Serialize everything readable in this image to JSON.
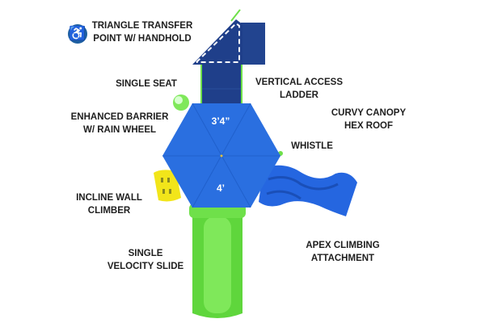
{
  "labels": {
    "triangle_transfer": [
      "TRIANGLE TRANSFER",
      "POINT W/ HANDHOLD"
    ],
    "single_seat": [
      "SINGLE SEAT"
    ],
    "vertical_ladder": [
      "VERTICAL ACCESS",
      "LADDER"
    ],
    "curvy_canopy": [
      "CURVY CANOPY",
      "HEX ROOF"
    ],
    "enhanced_barrier": [
      "ENHANCED BARRIER",
      "W/ RAIN WHEEL"
    ],
    "whistle": [
      "WHISTLE"
    ],
    "incline_climber": [
      "INCLINE WALL",
      "CLIMBER"
    ],
    "velocity_slide": [
      "SINGLE",
      "VELOCITY SLIDE"
    ],
    "apex_climbing": [
      "APEX CLIMBING",
      "ATTACHMENT"
    ]
  },
  "dimensions": {
    "deck_height": "3’4”",
    "roof_height": "4’"
  },
  "icons": {
    "accessibility": "wheelchair-accessible-icon"
  },
  "colors": {
    "canopy": "#2a6fe0",
    "navy": "#1f3f8a",
    "green": "#6fe04a",
    "yellow": "#f2e51a",
    "text": "#1e1e1e"
  }
}
